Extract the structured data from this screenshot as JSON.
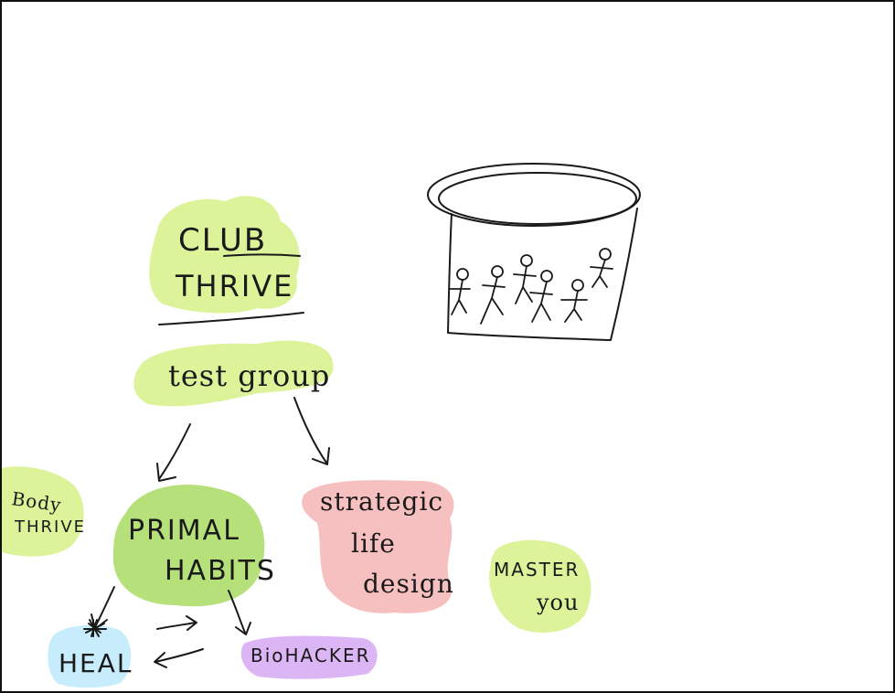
{
  "colors": {
    "lime": "#dcf39a",
    "pink": "#f7c0c0",
    "green": "#b5e07a",
    "cyan": "#c7ecfb",
    "purple": "#dcb5f5",
    "ink": "#1a1a1a"
  },
  "nodes": {
    "club": {
      "line1": "CLUB",
      "line2": "THRIVE"
    },
    "test_group": "test group",
    "body_thrive": {
      "line1": "Body",
      "line2": "THRIVE"
    },
    "primal_habits": {
      "line1": "PRIMAL",
      "line2": "HABITS"
    },
    "strategic": {
      "line1": "strategic",
      "line2": "life",
      "line3": "design"
    },
    "master": {
      "line1": "MASTER",
      "line2": "you"
    },
    "heal": "HEAL",
    "biohacker": "BioHACKER"
  }
}
